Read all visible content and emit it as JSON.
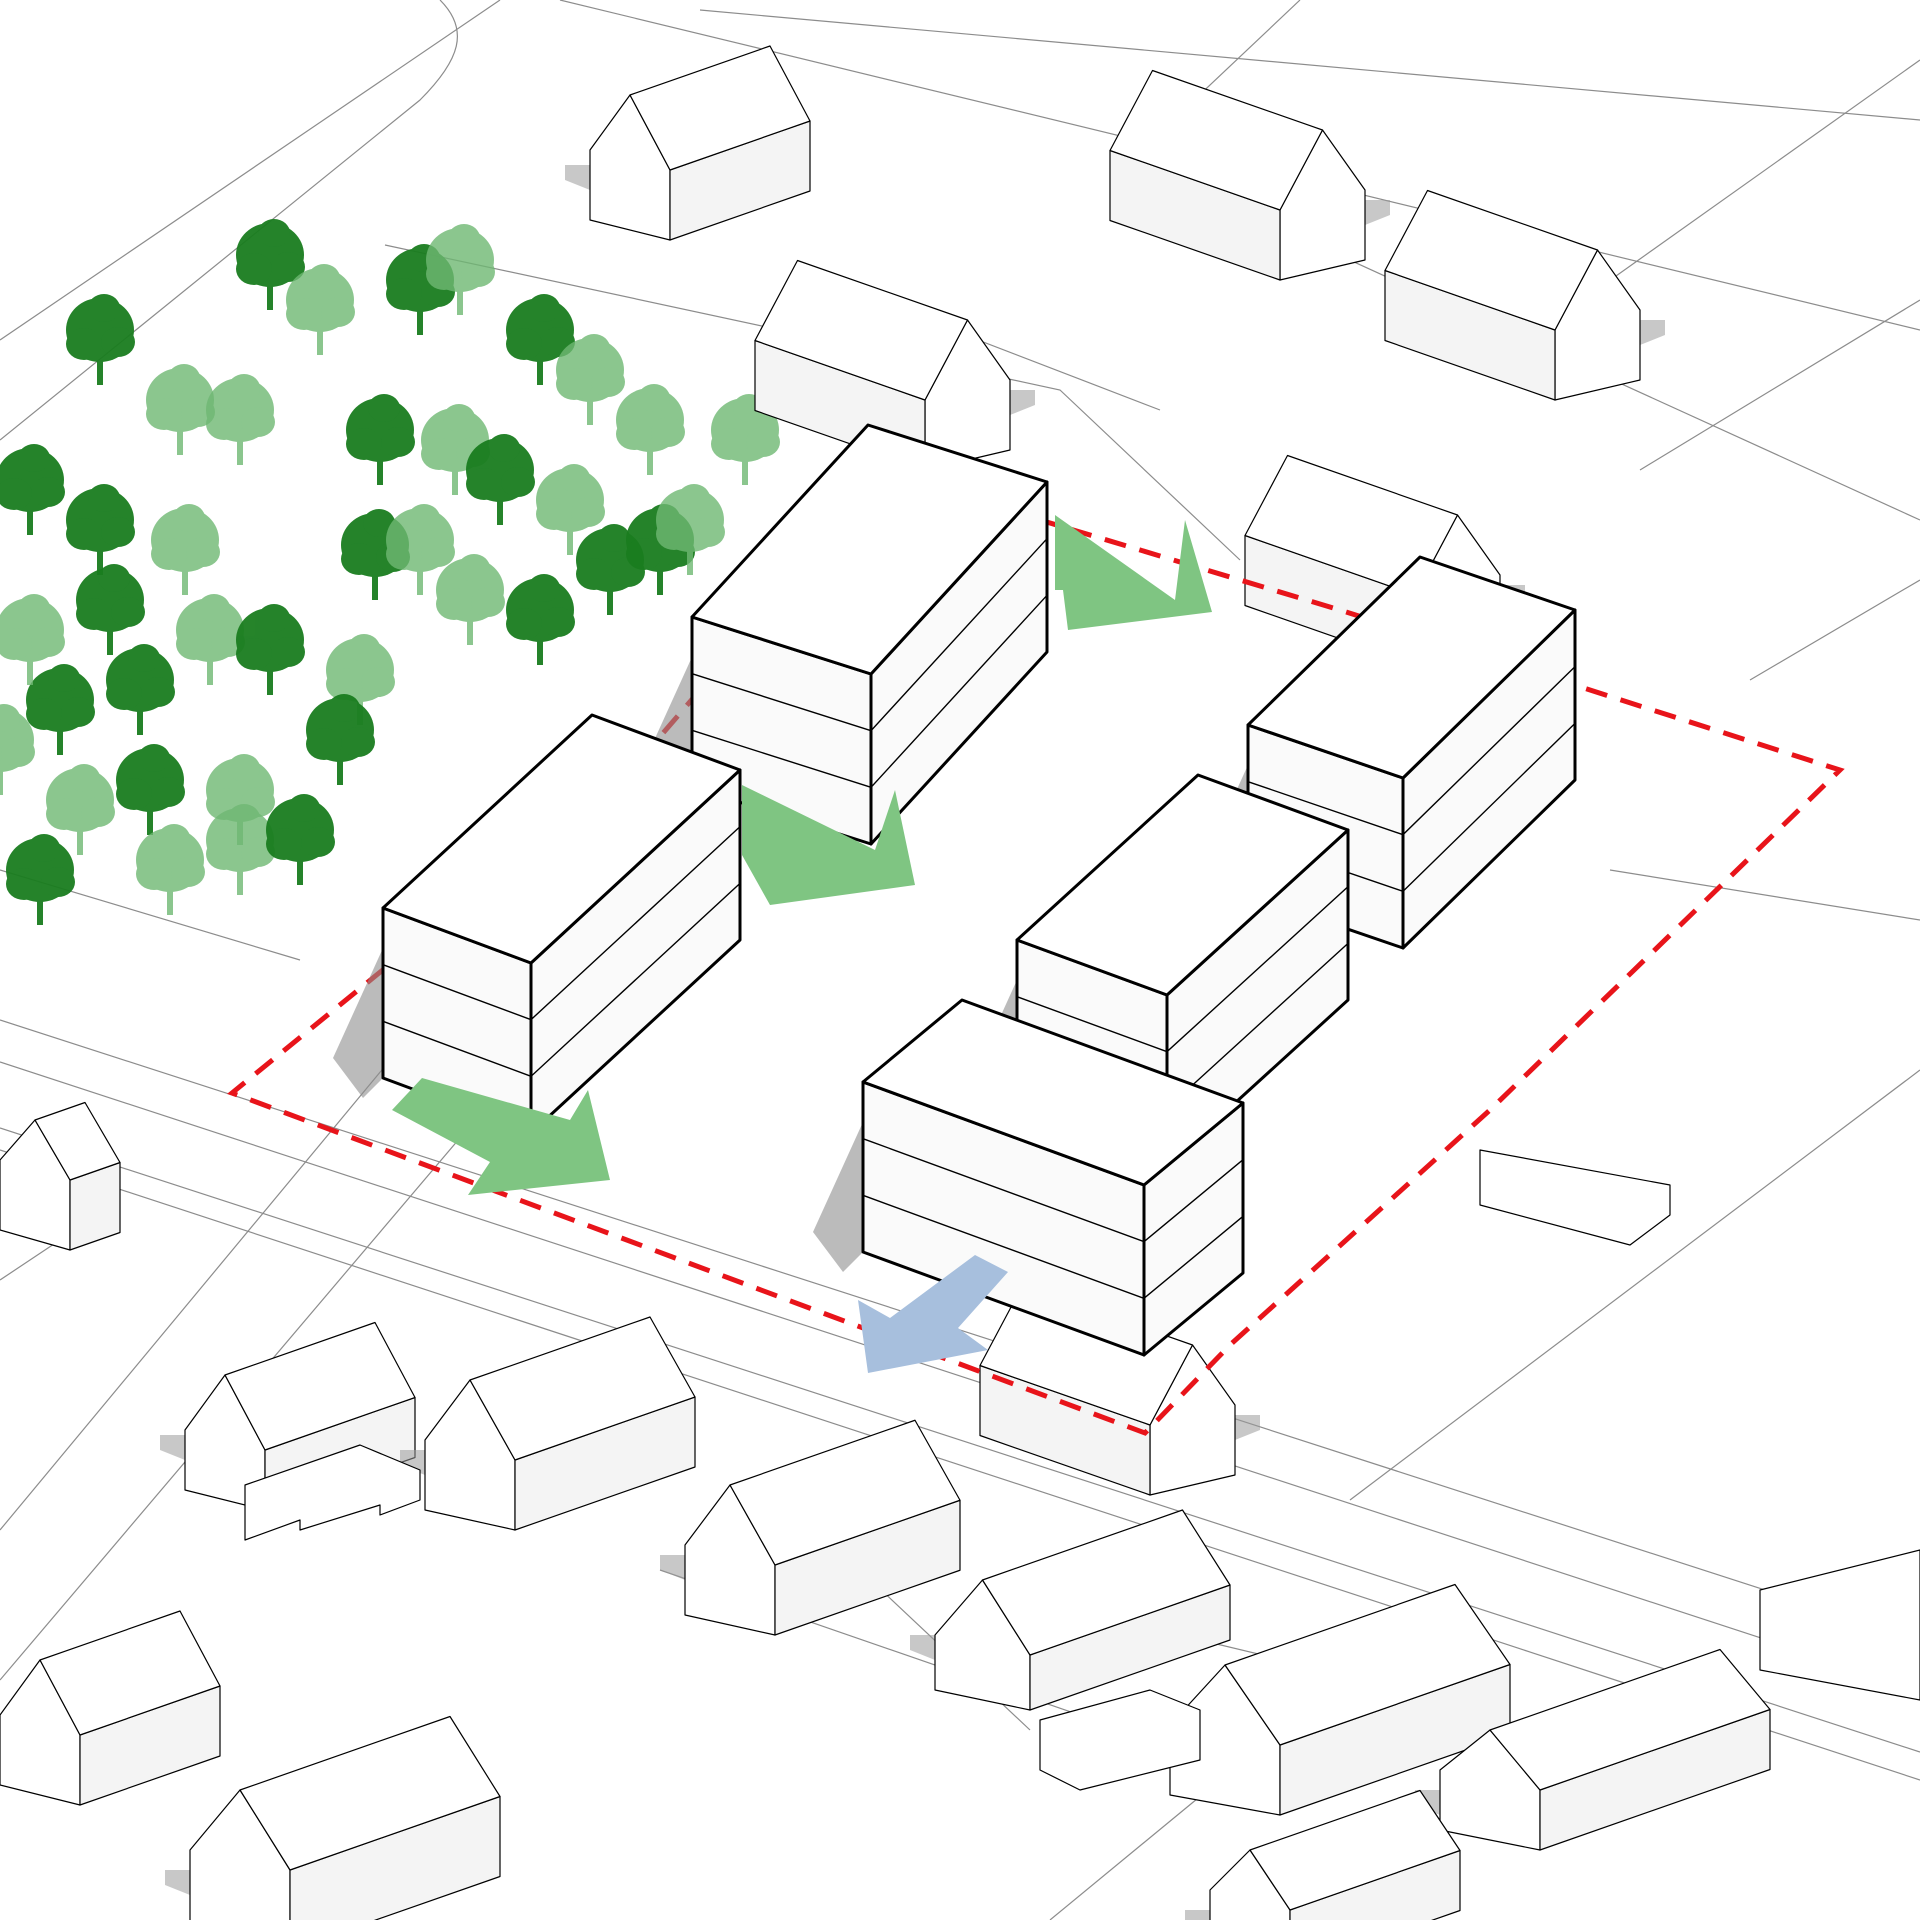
{
  "diagram": {
    "colors": {
      "background": "#ffffff",
      "site_boundary": "#e8141a",
      "green_arrow": "#7fc582",
      "blue_arrow": "#a7bfdd",
      "tree_dark": "#1a7d1f",
      "tree_light": "#6fb873",
      "outline": "#000000",
      "shadow": "#8e8e8e"
    },
    "legend": [],
    "arrows": [
      {
        "kind": "green-arrow",
        "meaning": "flow"
      },
      {
        "kind": "green-arrow",
        "meaning": "flow"
      },
      {
        "kind": "green-arrow",
        "meaning": "flow"
      },
      {
        "kind": "blue-arrow",
        "meaning": "flow"
      }
    ],
    "proposed_buildings": [
      {
        "id": "block-1",
        "floors": 3
      },
      {
        "id": "block-2",
        "floors": 3
      },
      {
        "id": "block-3",
        "floors": 3
      },
      {
        "id": "block-4",
        "floors": 3
      },
      {
        "id": "block-5",
        "floors": 3
      }
    ]
  }
}
